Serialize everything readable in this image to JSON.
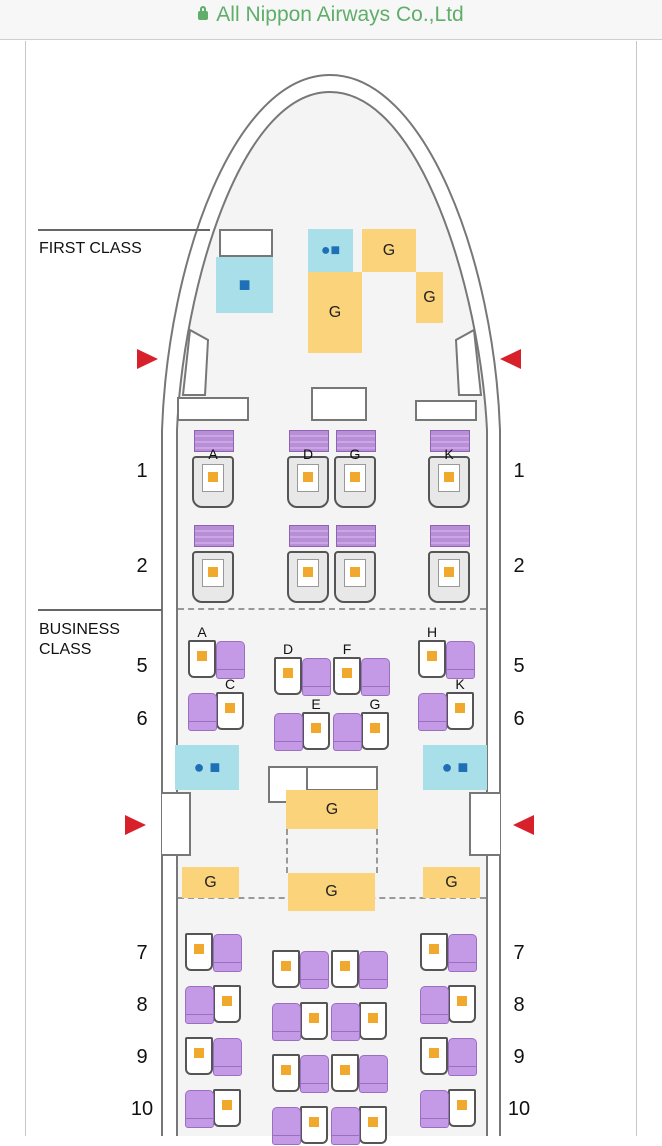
{
  "header": {
    "title": "All Nippon Airways Co.,Ltd",
    "lock_icon": "lock-icon",
    "color": "#5fae6a"
  },
  "sections": {
    "first": "FIRST CLASS",
    "business_line1": "BUSINESS",
    "business_line2": "CLASS"
  },
  "facility_label": "G",
  "first_class": {
    "rows": [
      {
        "row": "1",
        "letters": [
          "A",
          "D",
          "G",
          "K"
        ]
      },
      {
        "row": "2",
        "letters": [
          "",
          "",
          "",
          ""
        ]
      }
    ]
  },
  "business_class": {
    "rows": [
      {
        "row": "5",
        "letters": [
          "A",
          "D",
          "F",
          "H"
        ]
      },
      {
        "row": "6",
        "letters": [
          "C",
          "E",
          "G",
          "K"
        ]
      },
      {
        "row": "7",
        "letters": [
          "",
          "",
          "",
          ""
        ]
      },
      {
        "row": "8",
        "letters": [
          "",
          "",
          "",
          ""
        ]
      },
      {
        "row": "9",
        "letters": [
          "",
          "",
          "",
          ""
        ]
      },
      {
        "row": "10",
        "letters": [
          "",
          "",
          "",
          ""
        ]
      }
    ]
  },
  "colors": {
    "seat": "#c49ae6",
    "galley": "#fad37a",
    "lavatory": "#a9dfe9",
    "exit": "#d8202b"
  }
}
